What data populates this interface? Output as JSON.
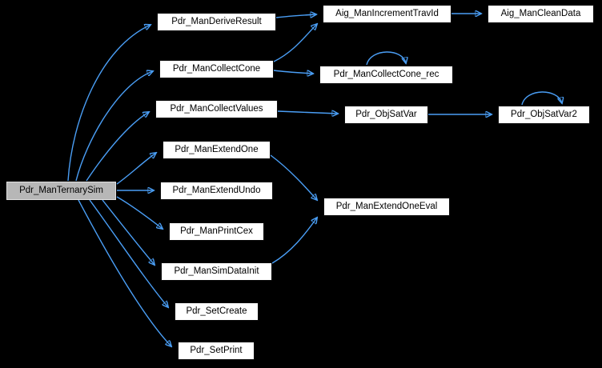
{
  "diagram": {
    "type": "call-graph",
    "colors": {
      "background": "#000000",
      "node_fill": "#ffffff",
      "root_node_fill": "#b7b7b7",
      "edge": "#4a9ef5",
      "text": "#000000"
    },
    "nodes": [
      {
        "id": "Pdr_ManTernarySim",
        "label": "Pdr_ManTernarySim",
        "root": true
      },
      {
        "id": "Pdr_ManDeriveResult",
        "label": "Pdr_ManDeriveResult",
        "root": false
      },
      {
        "id": "Pdr_ManCollectCone",
        "label": "Pdr_ManCollectCone",
        "root": false
      },
      {
        "id": "Pdr_ManCollectValues",
        "label": "Pdr_ManCollectValues",
        "root": false
      },
      {
        "id": "Pdr_ManExtendOne",
        "label": "Pdr_ManExtendOne",
        "root": false
      },
      {
        "id": "Pdr_ManExtendUndo",
        "label": "Pdr_ManExtendUndo",
        "root": false
      },
      {
        "id": "Pdr_ManPrintCex",
        "label": "Pdr_ManPrintCex",
        "root": false
      },
      {
        "id": "Pdr_ManSimDataInit",
        "label": "Pdr_ManSimDataInit",
        "root": false
      },
      {
        "id": "Pdr_SetCreate",
        "label": "Pdr_SetCreate",
        "root": false
      },
      {
        "id": "Pdr_SetPrint",
        "label": "Pdr_SetPrint",
        "root": false
      },
      {
        "id": "Aig_ManIncrementTravId",
        "label": "Aig_ManIncrementTravId",
        "root": false
      },
      {
        "id": "Pdr_ManCollectCone_rec",
        "label": "Pdr_ManCollectCone_rec",
        "root": false
      },
      {
        "id": "Pdr_ObjSatVar",
        "label": "Pdr_ObjSatVar",
        "root": false
      },
      {
        "id": "Pdr_ManExtendOneEval",
        "label": "Pdr_ManExtendOneEval",
        "root": false
      },
      {
        "id": "Aig_ManCleanData",
        "label": "Aig_ManCleanData",
        "root": false
      },
      {
        "id": "Pdr_ObjSatVar2",
        "label": "Pdr_ObjSatVar2",
        "root": false
      }
    ],
    "edges": [
      [
        "Pdr_ManTernarySim",
        "Pdr_ManDeriveResult"
      ],
      [
        "Pdr_ManTernarySim",
        "Pdr_ManCollectCone"
      ],
      [
        "Pdr_ManTernarySim",
        "Pdr_ManCollectValues"
      ],
      [
        "Pdr_ManTernarySim",
        "Pdr_ManExtendOne"
      ],
      [
        "Pdr_ManTernarySim",
        "Pdr_ManExtendUndo"
      ],
      [
        "Pdr_ManTernarySim",
        "Pdr_ManPrintCex"
      ],
      [
        "Pdr_ManTernarySim",
        "Pdr_ManSimDataInit"
      ],
      [
        "Pdr_ManTernarySim",
        "Pdr_SetCreate"
      ],
      [
        "Pdr_ManTernarySim",
        "Pdr_SetPrint"
      ],
      [
        "Pdr_ManDeriveResult",
        "Aig_ManIncrementTravId"
      ],
      [
        "Pdr_ManCollectCone",
        "Aig_ManIncrementTravId"
      ],
      [
        "Pdr_ManCollectCone",
        "Pdr_ManCollectCone_rec"
      ],
      [
        "Pdr_ManCollectCone_rec",
        "Pdr_ManCollectCone_rec"
      ],
      [
        "Pdr_ManCollectValues",
        "Pdr_ObjSatVar"
      ],
      [
        "Pdr_ObjSatVar",
        "Pdr_ObjSatVar2"
      ],
      [
        "Pdr_ObjSatVar2",
        "Pdr_ObjSatVar2"
      ],
      [
        "Aig_ManIncrementTravId",
        "Aig_ManCleanData"
      ],
      [
        "Pdr_ManExtendOne",
        "Pdr_ManExtendOneEval"
      ],
      [
        "Pdr_ManSimDataInit",
        "Pdr_ManExtendOneEval"
      ]
    ]
  }
}
